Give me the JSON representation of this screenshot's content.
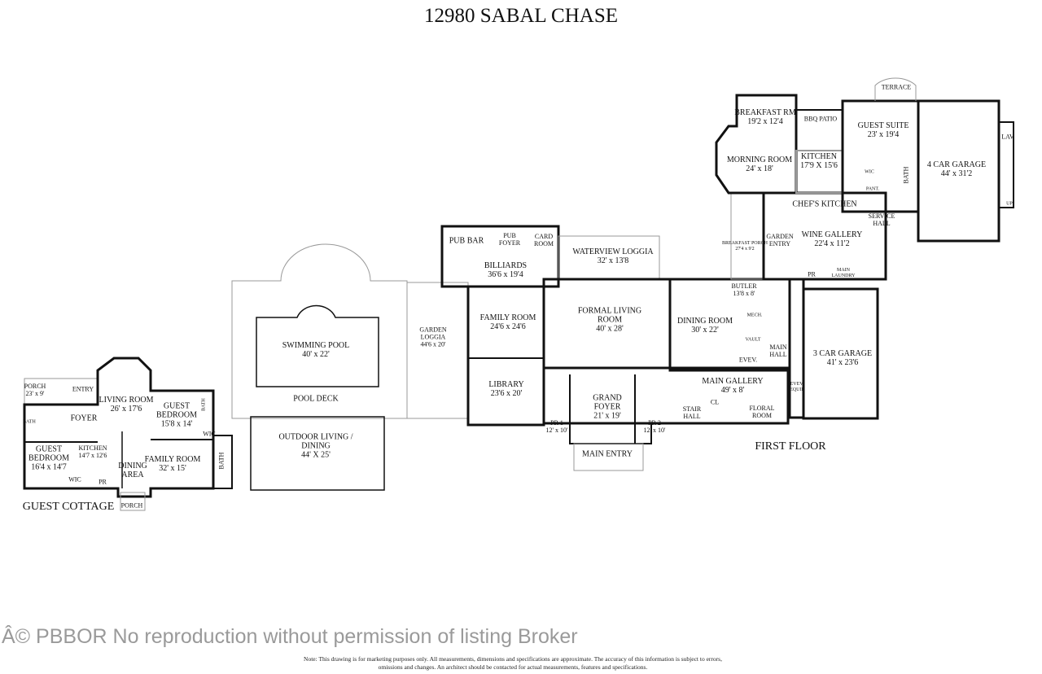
{
  "title": "12980 SABAL CHASE",
  "sections": {
    "first_floor": "FIRST FLOOR",
    "guest_cottage": "GUEST COTTAGE"
  },
  "rooms": [
    {
      "name": "BREAKFAST RM",
      "dims": "19'2 x 12'4"
    },
    {
      "name": "BBQ PATIO",
      "dims": ""
    },
    {
      "name": "TERRACE",
      "dims": ""
    },
    {
      "name": "GUEST SUITE",
      "dims": "23' x 19'4"
    },
    {
      "name": "KITCHEN",
      "dims": "17'9 X 15'6"
    },
    {
      "name": "MORNING ROOM",
      "dims": "24' x 18'"
    },
    {
      "name": "WIC",
      "dims": ""
    },
    {
      "name": "PANT.",
      "dims": ""
    },
    {
      "name": "BATH",
      "dims": ""
    },
    {
      "name": "4 CAR GARAGE",
      "dims": "44' x 31'2"
    },
    {
      "name": "LAV",
      "dims": ""
    },
    {
      "name": "CHEF'S KITCHEN",
      "dims": ""
    },
    {
      "name": "SERVICE HALL",
      "dims": ""
    },
    {
      "name": "GARDEN ENTRY",
      "dims": ""
    },
    {
      "name": "WINE GALLERY",
      "dims": "22'4 x 11'2"
    },
    {
      "name": "BREAKFAST PORCH",
      "dims": "27'4 x 9'2"
    },
    {
      "name": "PR",
      "dims": ""
    },
    {
      "name": "MAIN LAUNDRY",
      "dims": ""
    },
    {
      "name": "PUB BAR",
      "dims": ""
    },
    {
      "name": "PUB FOYER",
      "dims": ""
    },
    {
      "name": "CARD ROOM",
      "dims": ""
    },
    {
      "name": "BILLIARDS",
      "dims": "36'6 x 19'4"
    },
    {
      "name": "WATERVIEW LOGGIA",
      "dims": "32' x 13'8"
    },
    {
      "name": "BUTLER",
      "dims": "13'8 x 8'"
    },
    {
      "name": "MECH.",
      "dims": ""
    },
    {
      "name": "VAULT",
      "dims": ""
    },
    {
      "name": "FAMILY ROOM",
      "dims": "24'6 x 24'6"
    },
    {
      "name": "FORMAL LIVING ROOM",
      "dims": "40' x 28'"
    },
    {
      "name": "DINING ROOM",
      "dims": "30' x 22'"
    },
    {
      "name": "MAIN HALL",
      "dims": ""
    },
    {
      "name": "EVEV.",
      "dims": ""
    },
    {
      "name": "3 CAR GARAGE",
      "dims": "41' x 23'6"
    },
    {
      "name": "EVEV. EQUIP",
      "dims": ""
    },
    {
      "name": "GARDEN LOGGIA",
      "dims": "44'6 x 20'"
    },
    {
      "name": "SWIMMING POOL",
      "dims": "40' x 22'"
    },
    {
      "name": "POOL DECK",
      "dims": ""
    },
    {
      "name": "LIBRARY",
      "dims": "23'6 x 20'"
    },
    {
      "name": "MAIN GALLERY",
      "dims": "49' x 8'"
    },
    {
      "name": "GRAND FOYER",
      "dims": "21' x 19'"
    },
    {
      "name": "PR 1",
      "dims": "12' x 10'"
    },
    {
      "name": "PR 2",
      "dims": "12' x 10'"
    },
    {
      "name": "STAIR HALL",
      "dims": ""
    },
    {
      "name": "CL",
      "dims": ""
    },
    {
      "name": "FLORAL ROOM",
      "dims": ""
    },
    {
      "name": "MAIN ENTRY",
      "dims": ""
    },
    {
      "name": "OUTDOOR LIVING / DINING",
      "dims": "44' X 25'"
    },
    {
      "name": "PORCH",
      "dims": "23' x 9'"
    },
    {
      "name": "ENTRY",
      "dims": ""
    },
    {
      "name": "FOYER",
      "dims": ""
    },
    {
      "name": "LIVING ROOM",
      "dims": "26' x 17'6"
    },
    {
      "name": "GUEST BEDROOM",
      "dims": "15'8 x 14'"
    },
    {
      "name": "BATH",
      "dims": ""
    },
    {
      "name": "WIC",
      "dims": ""
    },
    {
      "name": "GUEST BEDROOM",
      "dims": "16'4 x 14'7"
    },
    {
      "name": "KITCHEN",
      "dims": "14'7 x 12'6"
    },
    {
      "name": "DINING AREA",
      "dims": ""
    },
    {
      "name": "FAMILY ROOM",
      "dims": "32' x 15'"
    },
    {
      "name": "BATH",
      "dims": ""
    },
    {
      "name": "WIC",
      "dims": ""
    },
    {
      "name": "PR",
      "dims": ""
    },
    {
      "name": "PORCH",
      "dims": ""
    },
    {
      "name": "BATH",
      "dims": ""
    },
    {
      "name": "UP",
      "dims": ""
    }
  ],
  "watermark": "Â© PBBOR No reproduction without permission of listing Broker",
  "disclaimer": "Note: This drawing is for marketing purposes only. All measurements, dimensions and specifications are approximate. The accuracy of this information is subject to errors, omissions and changes. An architect should be contacted for actual measurements, features and specifications.",
  "colors": {
    "walls": "#111111",
    "thin_lines": "#999999",
    "background": "#ffffff"
  }
}
